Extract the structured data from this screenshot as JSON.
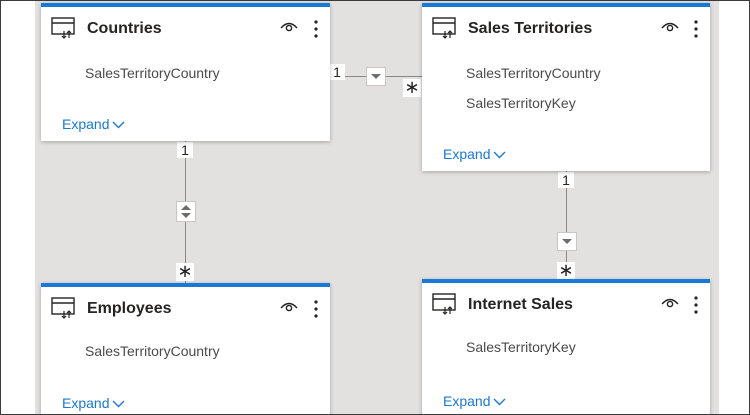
{
  "cardinality": {
    "one": "1",
    "many": "∗"
  },
  "cards": [
    {
      "title": "Countries",
      "fields": [
        "SalesTerritoryCountry"
      ],
      "expand_label": "Expand"
    },
    {
      "title": "Sales Territories",
      "fields": [
        "SalesTerritoryCountry",
        "SalesTerritoryKey"
      ],
      "expand_label": "Expand"
    },
    {
      "title": "Employees",
      "fields": [
        "SalesTerritoryCountry"
      ],
      "expand_label": "Expand"
    },
    {
      "title": "Internet Sales",
      "fields": [
        "SalesTerritoryKey"
      ],
      "expand_label": "Expand"
    }
  ],
  "colors": {
    "accent": "#1a78d6",
    "canvas": "#e2e1e0",
    "line": "#8a8886"
  },
  "icons": [
    "table-icon",
    "eye-icon",
    "more-options-icon",
    "chevron-down-icon",
    "filter-arrow-icon"
  ]
}
